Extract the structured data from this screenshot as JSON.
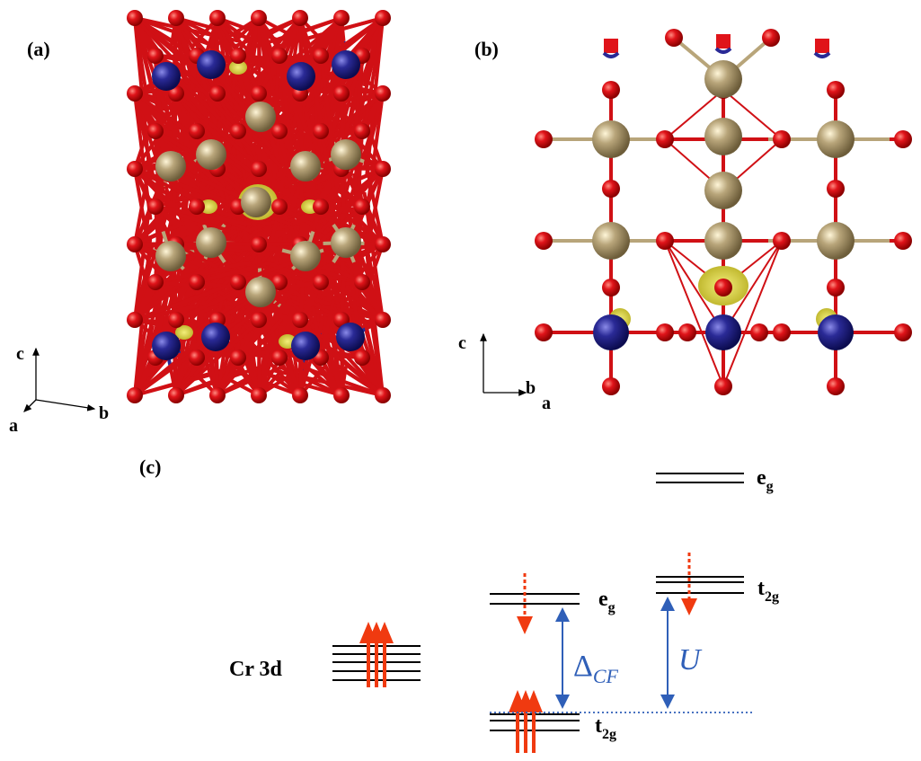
{
  "panels": {
    "a": {
      "label": "(a)",
      "axes": {
        "c": "c",
        "a": "a",
        "b": "b"
      }
    },
    "b": {
      "label": "(b)",
      "axes": {
        "c": "c",
        "b": "b",
        "a": "a"
      }
    },
    "c": {
      "label": "(c)",
      "cr_label": "Cr 3d",
      "eg_main": "e",
      "eg_sub": "g",
      "t2g_main": "t",
      "t2g_sub": "2g",
      "delta_main": "Δ",
      "delta_sub": "CF",
      "u_label": "U"
    }
  },
  "colors": {
    "oxygen": "#e0141a",
    "cation_tan": "#b8a57a",
    "chromium": "#2a2a96",
    "isosurface": "#d9d23a",
    "arrow_red": "#f03a10",
    "arrow_blue": "#2f5fb8"
  }
}
